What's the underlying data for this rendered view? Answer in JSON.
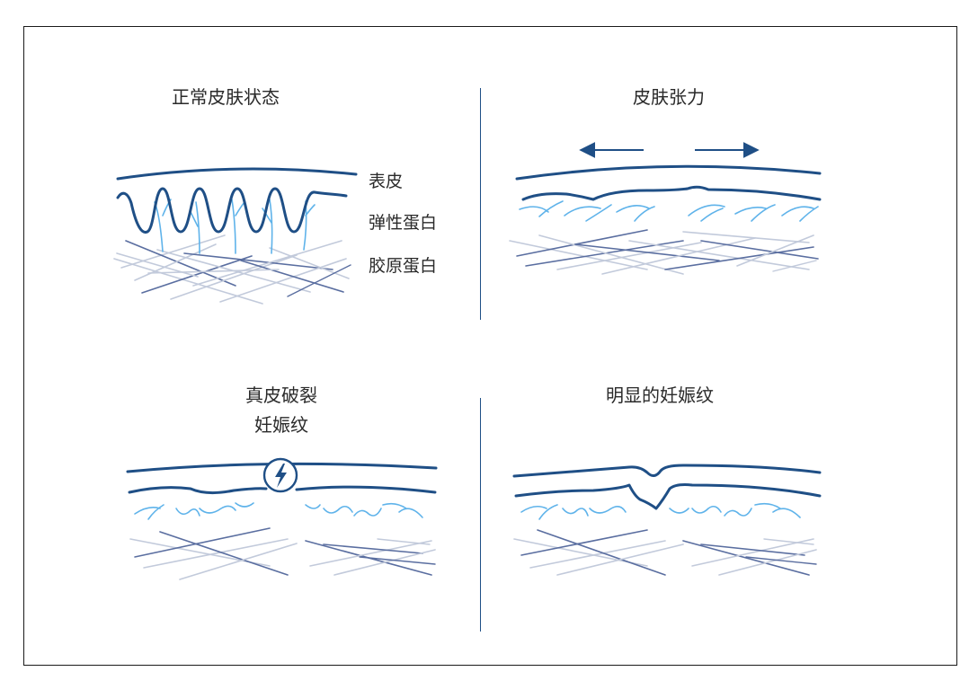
{
  "panels": {
    "normal": {
      "title": "正常皮肤状态"
    },
    "tension": {
      "title": "皮肤张力"
    },
    "rupture": {
      "title_line1": "真皮破裂",
      "title_line2": "妊娠纹"
    },
    "visible": {
      "title": "明显的妊娠纹"
    }
  },
  "legend": {
    "epidermis": "表皮",
    "elastin": "弹性蛋白",
    "collagen": "胶原蛋白"
  },
  "icons": {
    "rupture": "lightning-bolt-icon",
    "stretch_left": "arrow-left-icon",
    "stretch_right": "arrow-right-icon"
  },
  "colors": {
    "dark_blue": "#1f4f86",
    "light_blue": "#5fb3ea",
    "collagen_gray": "#b8c2d3",
    "collagen_dark": "#5a6ea0"
  }
}
